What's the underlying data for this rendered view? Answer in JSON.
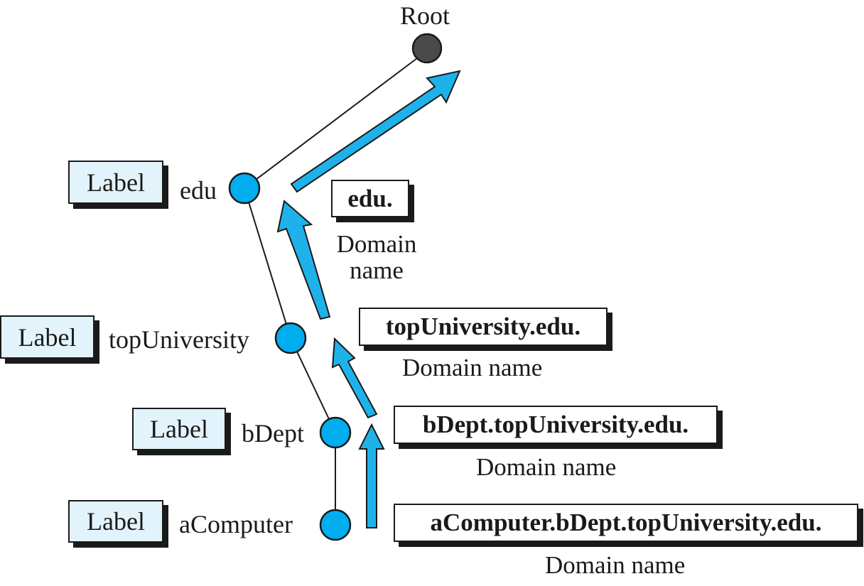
{
  "root": {
    "name": "Root"
  },
  "labels": [
    {
      "tag": "Label",
      "name": "edu"
    },
    {
      "tag": "Label",
      "name": "topUniversity"
    },
    {
      "tag": "Label",
      "name": "bDept"
    },
    {
      "tag": "Label",
      "name": "aComputer"
    }
  ],
  "domains": [
    {
      "name": "edu.",
      "caption_line1": "Domain",
      "caption_line2": "name"
    },
    {
      "name": "topUniversity.edu.",
      "caption": "Domain name"
    },
    {
      "name": "bDept.topUniversity.edu.",
      "caption": "Domain name"
    },
    {
      "name": "aComputer.bDept.topUniversity.edu.",
      "caption": "Domain name"
    }
  ],
  "colors": {
    "node_fill": "#00aeef",
    "root_fill": "#4a4a4c",
    "arrow_fill": "#1fb2ea",
    "label_box_fill": "#e3f3fb",
    "outline": "#1a1a1a"
  }
}
